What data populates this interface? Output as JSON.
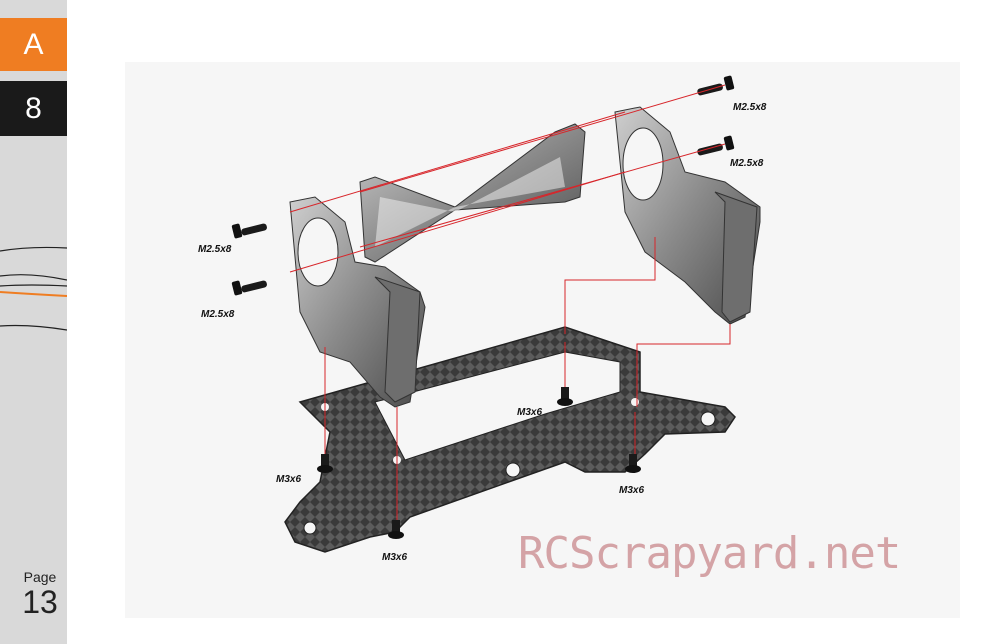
{
  "sidebar": {
    "section_letter": "A",
    "step_number": "8",
    "page_label": "Page",
    "page_number": "13",
    "colors": {
      "accent": "#ef7d22",
      "dark": "#1a1a1a",
      "background": "#d9d9d9"
    }
  },
  "parts": {
    "screw_m25x8": "M2.5x8",
    "screw_m3x6": "M3x6"
  },
  "labels": [
    {
      "id": "m25-top-right-1",
      "text": "M2.5x8"
    },
    {
      "id": "m25-top-right-2",
      "text": "M2.5x8"
    },
    {
      "id": "m25-left-1",
      "text": "M2.5x8"
    },
    {
      "id": "m25-left-2",
      "text": "M2.5x8"
    },
    {
      "id": "m3-center",
      "text": "M3x6"
    },
    {
      "id": "m3-left",
      "text": "M3x6"
    },
    {
      "id": "m3-right",
      "text": "M3x6"
    },
    {
      "id": "m3-bottom",
      "text": "M3x6"
    }
  ],
  "watermark": "RCScrapyard.net"
}
